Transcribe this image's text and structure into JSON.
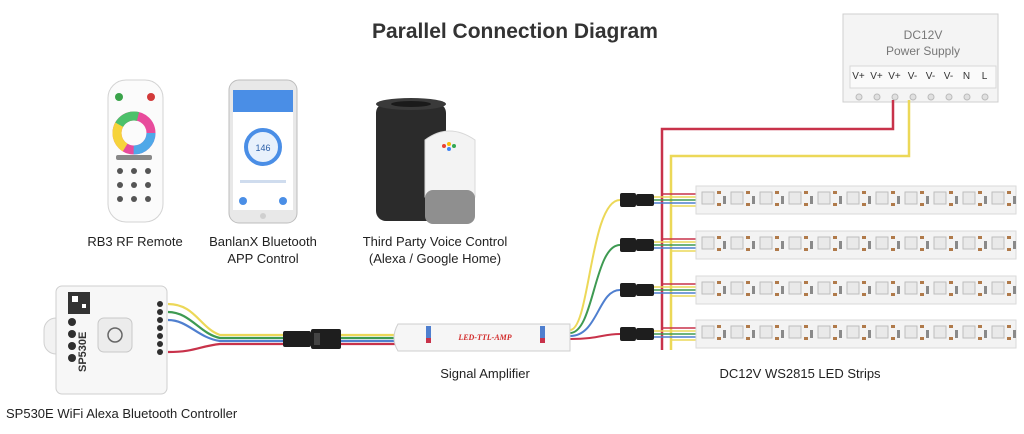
{
  "title": "Parallel Connection Diagram",
  "devices": {
    "remote": {
      "label": "RB3 RF Remote"
    },
    "app": {
      "label_line1": "BanlanX Bluetooth",
      "label_line2": "APP Control",
      "dial_value": "146"
    },
    "voice": {
      "label_line1": "Third Party Voice Control",
      "label_line2": "(Alexa / Google Home)"
    },
    "controller": {
      "label": "SP530E WiFi Alexa Bluetooth Controller",
      "model_text": "SP530E"
    },
    "amplifier": {
      "label": "Signal Amplifier",
      "text": "LED-TTL-AMP"
    },
    "strips": {
      "label": "DC12V WS2815 LED Strips"
    }
  },
  "power_supply": {
    "title_line1": "DC12V",
    "title_line2": "Power Supply",
    "terminals": [
      "V+",
      "V+",
      "V+",
      "V-",
      "V-",
      "V-",
      "N",
      "L"
    ]
  },
  "colors": {
    "red_wire": "#c8324a",
    "yellow_wire": "#ecd858",
    "green_wire": "#3e9a52",
    "blue_wire": "#4f7fcf",
    "connector": "#1e1e1e",
    "strip_bg": "#f3f3f3",
    "led_chip": "#e9e9e9"
  }
}
